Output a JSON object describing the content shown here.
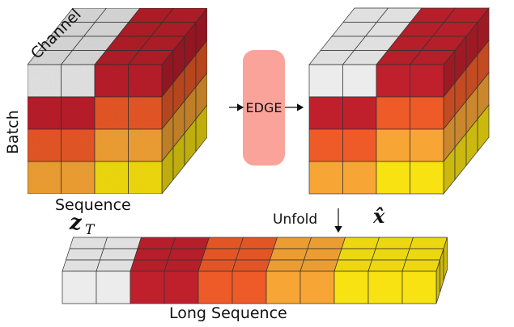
{
  "labels": {
    "channel": "Channel",
    "batch": "Batch",
    "sequence": "Sequence",
    "edge": "EDGE",
    "unfold": "Unfold",
    "long_sequence": "Long Sequence",
    "zt_main": "z",
    "zt_sub": "T",
    "xhat": "x̂"
  },
  "colors": {
    "gray": "#ececec",
    "crimson": "#c0202c",
    "orange_red": "#ee5a28",
    "orange": "#f7a535",
    "yellow": "#f8e212",
    "edge_box": "#f9a39a",
    "grid_line": "#333333"
  }
}
